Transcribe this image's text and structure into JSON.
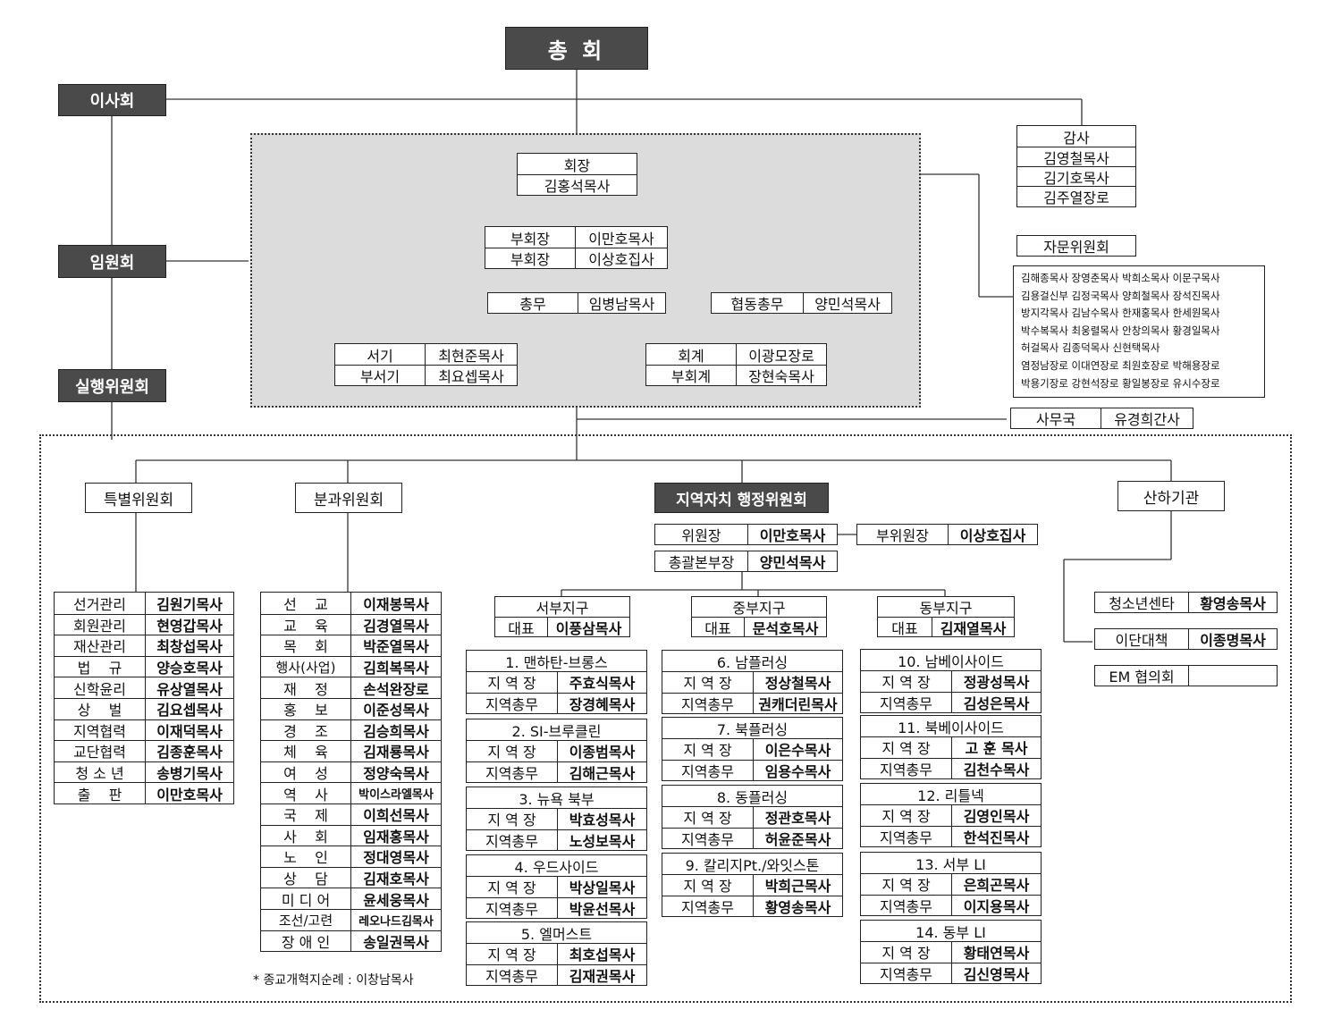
{
  "top": {
    "title": "총 회"
  },
  "left": {
    "board": "이사회",
    "officers": "임원회",
    "executive": "실행위원회"
  },
  "officers": {
    "president": {
      "title": "회장",
      "name": "김홍석목사"
    },
    "vice": [
      {
        "title": "부회장",
        "name": "이만호목사"
      },
      {
        "title": "부회장",
        "name": "이상호집사"
      }
    ],
    "general": {
      "title": "총무",
      "name": "임병남목사"
    },
    "coop": {
      "title": "협동총무",
      "name": "양민석목사"
    },
    "secretary": [
      {
        "title": "서기",
        "name": "최현준목사"
      },
      {
        "title": "부서기",
        "name": "최요셉목사"
      }
    ],
    "treasurer": [
      {
        "title": "회계",
        "name": "이광모장로"
      },
      {
        "title": "부회계",
        "name": "장현숙목사"
      }
    ]
  },
  "audit": {
    "title": "감사",
    "names": [
      "김영철목사",
      "김기호목사",
      "김주열장로"
    ]
  },
  "advisory": {
    "title": "자문위원회",
    "lines": [
      "김해종목사 장영춘목사 박희소목사 이문구목사",
      "김용걸신부 김정국목사 양희철목사 장석진목사",
      "방지각목사 김남수목사 한재홍목사 한세원목사",
      "박수복목사 최웅렬목사 안창의목사 황경일목사",
      "허걸목사 김종덕목사 신현택목사",
      "염정남장로 이대연장로 최원호장로 박해용장로",
      "박용기장로 강현석장로 황일봉장로 유시수장로"
    ]
  },
  "office": {
    "title": "사무국",
    "name": "유경희간사"
  },
  "committees": {
    "special": "특별위원회",
    "division": "분과위원회",
    "regional": "지역자치 행정위원회",
    "affiliates": "산하기관"
  },
  "regional": {
    "chair": {
      "title": "위원장",
      "name": "이만호목사"
    },
    "vice_chair": {
      "title": "부위원장",
      "name": "이상호집사"
    },
    "hq": {
      "title": "총괄본부장",
      "name": "양민석목사"
    },
    "districts": [
      {
        "name": "서부지구",
        "rep_label": "대표",
        "rep": "이풍삼목사"
      },
      {
        "name": "중부지구",
        "rep_label": "대표",
        "rep": "문석호목사"
      },
      {
        "name": "동부지구",
        "rep_label": "대표",
        "rep": "김재열목사"
      }
    ],
    "regions": [
      {
        "name": "1. 맨하탄-브롱스",
        "head_label": "지 역 장",
        "head": "주효식목사",
        "sec_label": "지역총무",
        "sec": "장경혜목사"
      },
      {
        "name": "2. SI-브루클린",
        "head_label": "지 역 장",
        "head": "이종범목사",
        "sec_label": "지역총무",
        "sec": "김해근목사"
      },
      {
        "name": "3. 뉴욕 북부",
        "head_label": "지 역 장",
        "head": "박효성목사",
        "sec_label": "지역총무",
        "sec": "노성보목사"
      },
      {
        "name": "4. 우드사이드",
        "head_label": "지 역 장",
        "head": "박상일목사",
        "sec_label": "지역총무",
        "sec": "박윤선목사"
      },
      {
        "name": "5. 엘머스트",
        "head_label": "지 역 장",
        "head": "최호섭목사",
        "sec_label": "지역총무",
        "sec": "김재권목사"
      },
      {
        "name": "6. 남플러싱",
        "head_label": "지 역 장",
        "head": "정상철목사",
        "sec_label": "지역총무",
        "sec": "권캐더린목사"
      },
      {
        "name": "7. 북플러싱",
        "head_label": "지 역 장",
        "head": "이은수목사",
        "sec_label": "지역총무",
        "sec": "임용수목사"
      },
      {
        "name": "8. 동플러싱",
        "head_label": "지 역 장",
        "head": "정관호목사",
        "sec_label": "지역총무",
        "sec": "허윤준목사"
      },
      {
        "name": "9. 칼리지Pt./와잇스톤",
        "head_label": "지 역 장",
        "head": "박희근목사",
        "sec_label": "지역총무",
        "sec": "황영송목사"
      },
      {
        "name": "10. 남베이사이드",
        "head_label": "지 역 장",
        "head": "정광성목사",
        "sec_label": "지역총무",
        "sec": "김성은목사"
      },
      {
        "name": "11. 북베이사이드",
        "head_label": "지 역 장",
        "head": "고 훈 목사",
        "sec_label": "지역총무",
        "sec": "김천수목사"
      },
      {
        "name": "12. 리틀넥",
        "head_label": "지 역 장",
        "head": "김영인목사",
        "sec_label": "지역총무",
        "sec": "한석진목사"
      },
      {
        "name": "13. 서부 LI",
        "head_label": "지 역 장",
        "head": "은희곤목사",
        "sec_label": "지역총무",
        "sec": "이지용목사"
      },
      {
        "name": "14. 동부 LI",
        "head_label": "지 역 장",
        "head": "황태연목사",
        "sec_label": "지역총무",
        "sec": "김신영목사"
      }
    ]
  },
  "special_list": [
    {
      "label": "선거관리",
      "name": "김원기목사"
    },
    {
      "label": "회원관리",
      "name": "현영갑목사"
    },
    {
      "label": "재산관리",
      "name": "최창섭목사"
    },
    {
      "label": "법    규",
      "name": "양승호목사"
    },
    {
      "label": "신학윤리",
      "name": "유상열목사"
    },
    {
      "label": "상    벌",
      "name": "김요셉목사"
    },
    {
      "label": "지역협력",
      "name": "이재덕목사"
    },
    {
      "label": "교단협력",
      "name": "김종훈목사"
    },
    {
      "label": "청 소 년",
      "name": "송병기목사"
    },
    {
      "label": "출    판",
      "name": "이만호목사"
    }
  ],
  "division_list": [
    {
      "label": "선    교",
      "name": "이재봉목사"
    },
    {
      "label": "교    육",
      "name": "김경열목사"
    },
    {
      "label": "목    회",
      "name": "박준열목사"
    },
    {
      "label": "행사(사업)",
      "name": "김희복목사"
    },
    {
      "label": "재    정",
      "name": "손석완장로"
    },
    {
      "label": "홍    보",
      "name": "이준성목사"
    },
    {
      "label": "경    조",
      "name": "김승희목사"
    },
    {
      "label": "체    육",
      "name": "김재룡목사"
    },
    {
      "label": "여    성",
      "name": "정양숙목사"
    },
    {
      "label": "역    사",
      "name": "박이스라엘목사"
    },
    {
      "label": "국    제",
      "name": "이희선목사"
    },
    {
      "label": "사    회",
      "name": "임재홍목사"
    },
    {
      "label": "노    인",
      "name": "정대영목사"
    },
    {
      "label": "상    담",
      "name": "김재호목사"
    },
    {
      "label": "미 디 어",
      "name": "윤세웅목사"
    },
    {
      "label": "조선/고련",
      "name": "레오나드김목사"
    },
    {
      "label": "장 애 인",
      "name": "송일권목사"
    }
  ],
  "note": "* 종교개혁지순례 : 이창남목사",
  "affiliates_list": [
    {
      "label": "청소년센타",
      "name": "황영송목사"
    },
    {
      "label": "이단대책",
      "name": "이종명목사"
    },
    {
      "label": "EM 협의회",
      "name": ""
    }
  ]
}
